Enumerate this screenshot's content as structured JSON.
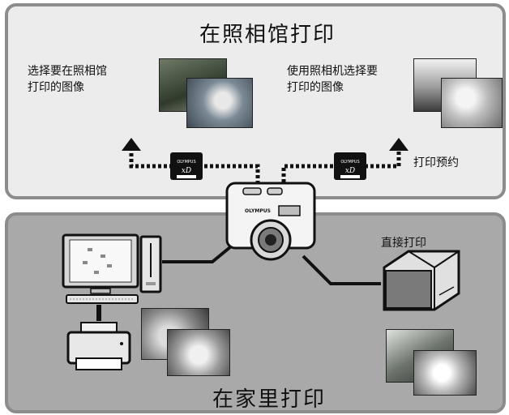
{
  "top_panel": {
    "title": "在照相馆打印",
    "left_label_line1": "选择要在照相馆",
    "left_label_line2": "打印的图像",
    "right_label_line1": "使用照相机选择要",
    "right_label_line2": "打印的图像",
    "print_reservation": "打印预约"
  },
  "bottom_panel": {
    "title": "在家里打印",
    "direct_print": "直接打印"
  },
  "camera": {
    "brand": "OLYMPUS"
  },
  "memory_card": {
    "brand": "OLYMPUS",
    "type": "xD-Picture Card"
  }
}
